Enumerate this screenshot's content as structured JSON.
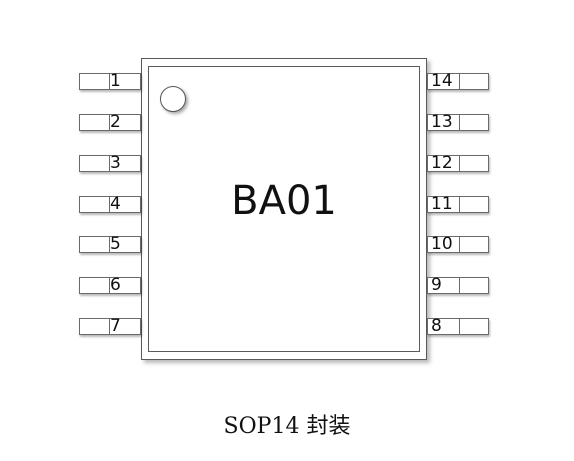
{
  "chip": {
    "label": "BA01"
  },
  "pins_left": [
    "1",
    "2",
    "3",
    "4",
    "5",
    "6",
    "7"
  ],
  "pins_right": [
    "14",
    "13",
    "12",
    "11",
    "10",
    "9",
    "8"
  ],
  "caption": "SOP14 封装"
}
